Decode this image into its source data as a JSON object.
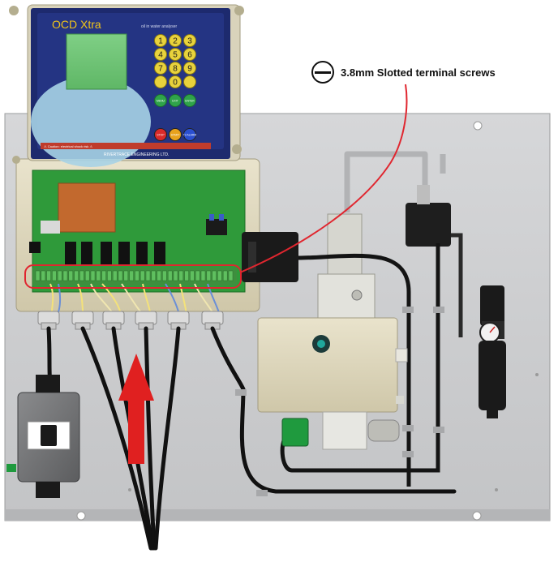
{
  "controller": {
    "title": "OCD Xtra",
    "subtitle": "oil in water analyser",
    "keys": [
      "1",
      "2",
      "3",
      "4",
      "5",
      "6",
      "7",
      "8",
      "9",
      "",
      "0",
      ""
    ],
    "func_keys": [
      "MENU",
      "EXIT",
      "ENTER"
    ],
    "run_keys": [
      "STOP",
      "START",
      "T2 ALARM"
    ],
    "warning_strip": "⚠ Caution: electrical shock risk ⚠",
    "manufacturer": "RIVERTRACE ENGINEERING LTD."
  },
  "callout": {
    "label": "3.8mm Slotted terminal screws",
    "icon": "slotted-screw-icon"
  },
  "colors": {
    "panel": "#cfd0d2",
    "keypad_bezel": "#1d2a6e",
    "pcb": "#2f9a3a",
    "highlight": "#e0262f",
    "arrow": "#e02020"
  }
}
